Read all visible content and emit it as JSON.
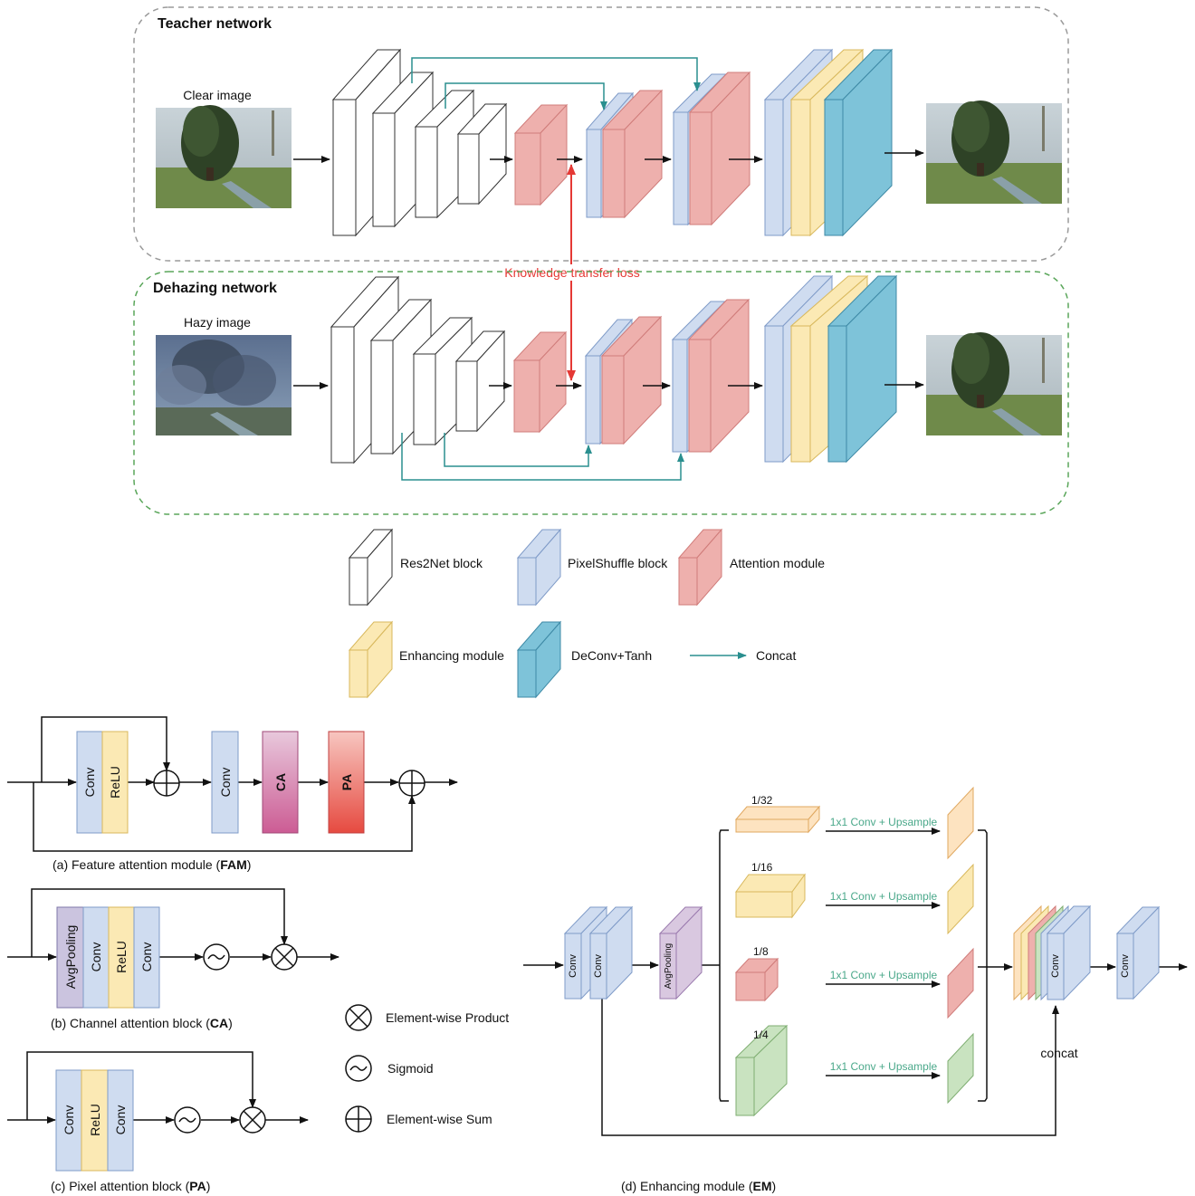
{
  "top": {
    "teacher_title": "Teacher network",
    "dehazing_title": "Dehazing network",
    "clear_image_label": "Clear image",
    "hazy_image_label": "Hazy image",
    "loss_label": "Knowledge transfer loss"
  },
  "legend": {
    "res2net": "Res2Net block",
    "pixelshuffle": "PixelShuffle block",
    "attention": "Attention module",
    "enhancing": "Enhancing module",
    "deconv": "DeConv+Tanh",
    "concat": "Concat"
  },
  "fam": {
    "conv1": "Conv",
    "relu": "ReLU",
    "conv2": "Conv",
    "ca": "CA",
    "pa": "PA",
    "caption_prefix": "(a) Feature attention module (",
    "caption_bold": "FAM",
    "caption_suffix": ")"
  },
  "ca": {
    "avgpool": "AvgPooling",
    "conv1": "Conv",
    "relu": "ReLU",
    "conv2": "Conv",
    "caption_prefix": "(b) Channel attention block (",
    "caption_bold": "CA",
    "caption_suffix": ")"
  },
  "pa": {
    "conv1": "Conv",
    "relu": "ReLU",
    "conv2": "Conv",
    "caption_prefix": "(c) Pixel attention block (",
    "caption_bold": "PA",
    "caption_suffix": ")"
  },
  "ops": {
    "product": "Element-wise Product",
    "sigmoid": "Sigmoid",
    "sum": "Element-wise Sum"
  },
  "em": {
    "conv_a": "Conv",
    "conv_b": "Conv",
    "avgpool": "AvgPooling",
    "scale_32": "1/32",
    "scale_16": "1/16",
    "scale_8": "1/8",
    "scale_4": "1/4",
    "upsample_label": "1x1 Conv + Upsample",
    "concat_label": "concat",
    "conv_c": "Conv",
    "conv_d": "Conv",
    "caption_prefix": "(d) Enhancing module (",
    "caption_bold": "EM",
    "caption_suffix": ")"
  },
  "colors": {
    "teal": "#2a8f8f",
    "red": "#e53935",
    "res2net": "#ffffff",
    "pixelshuffle": "#cfdcf0",
    "attention": "#eeb0ad",
    "enhancing": "#fbe9b4",
    "deconv": "#7ec3d9"
  }
}
